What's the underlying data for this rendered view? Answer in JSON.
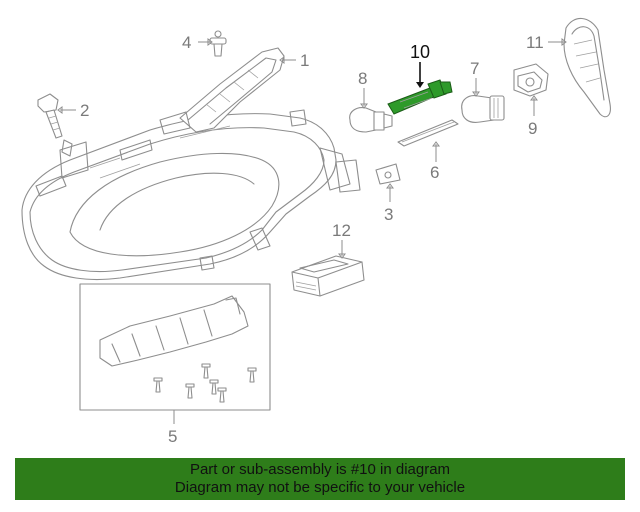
{
  "diagram": {
    "callouts": {
      "c1": "1",
      "c2": "2",
      "c3": "3",
      "c4": "4",
      "c5": "5",
      "c6": "6",
      "c7": "7",
      "c8": "8",
      "c9": "9",
      "c10": "10",
      "c11": "11",
      "c12": "12"
    },
    "highlighted_part": "10",
    "highlight_color": "#2e9a2a"
  },
  "banner": {
    "line1": "Part or sub-assembly is #10 in diagram",
    "line2": "Diagram may not be specific to your vehicle",
    "background": "#2e7d1a"
  }
}
